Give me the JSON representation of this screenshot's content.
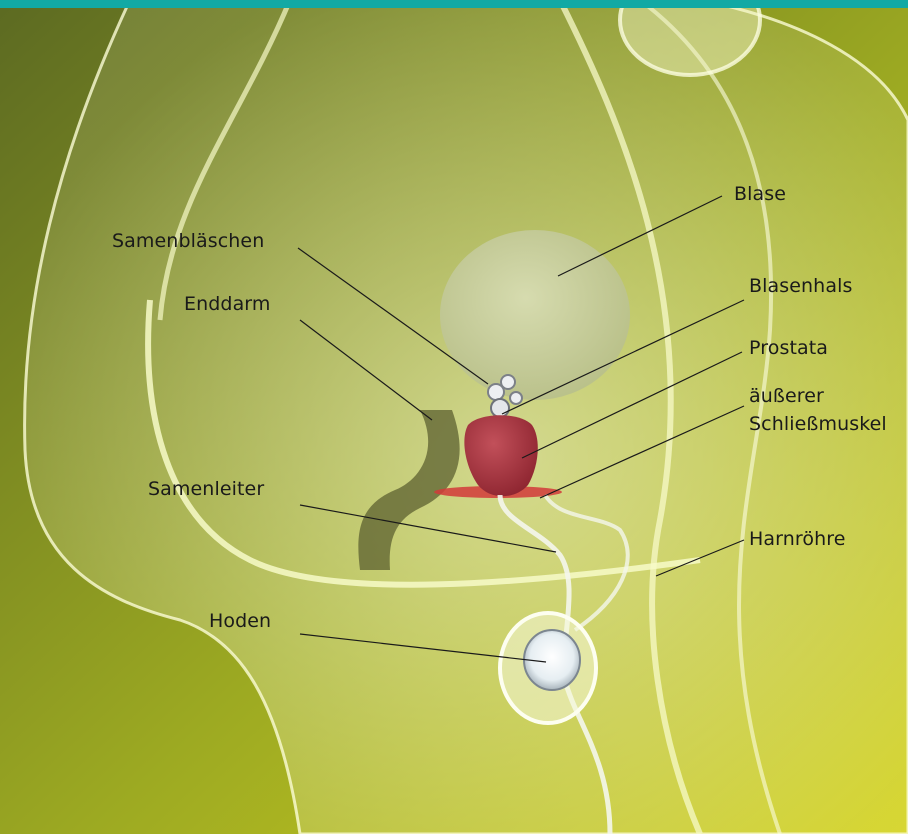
{
  "colors": {
    "top_bar": "#12A9A4",
    "label_text": "#1A1A1A",
    "leader_line": "#1A1A1A",
    "background_dark": "#5C6A22",
    "background_light": "#D3D21E",
    "body_fill": "#F2F5B8",
    "bladder": "#C9CFA2",
    "prostate": "#A5323E",
    "sphincter": "#D23A3A",
    "rectum": "#5C6030"
  },
  "labels": {
    "blase": "Blase",
    "samenblaeschen": "Samenbläschen",
    "blasenhals": "Blasenhals",
    "enddarm": "Enddarm",
    "prostata": "Prostata",
    "schliessmuskel_line1": "äußerer",
    "schliessmuskel_line2": "Schließmuskel",
    "samenleiter": "Samenleiter",
    "harnroehre": "Harnröhre",
    "hoden": "Hoden"
  }
}
